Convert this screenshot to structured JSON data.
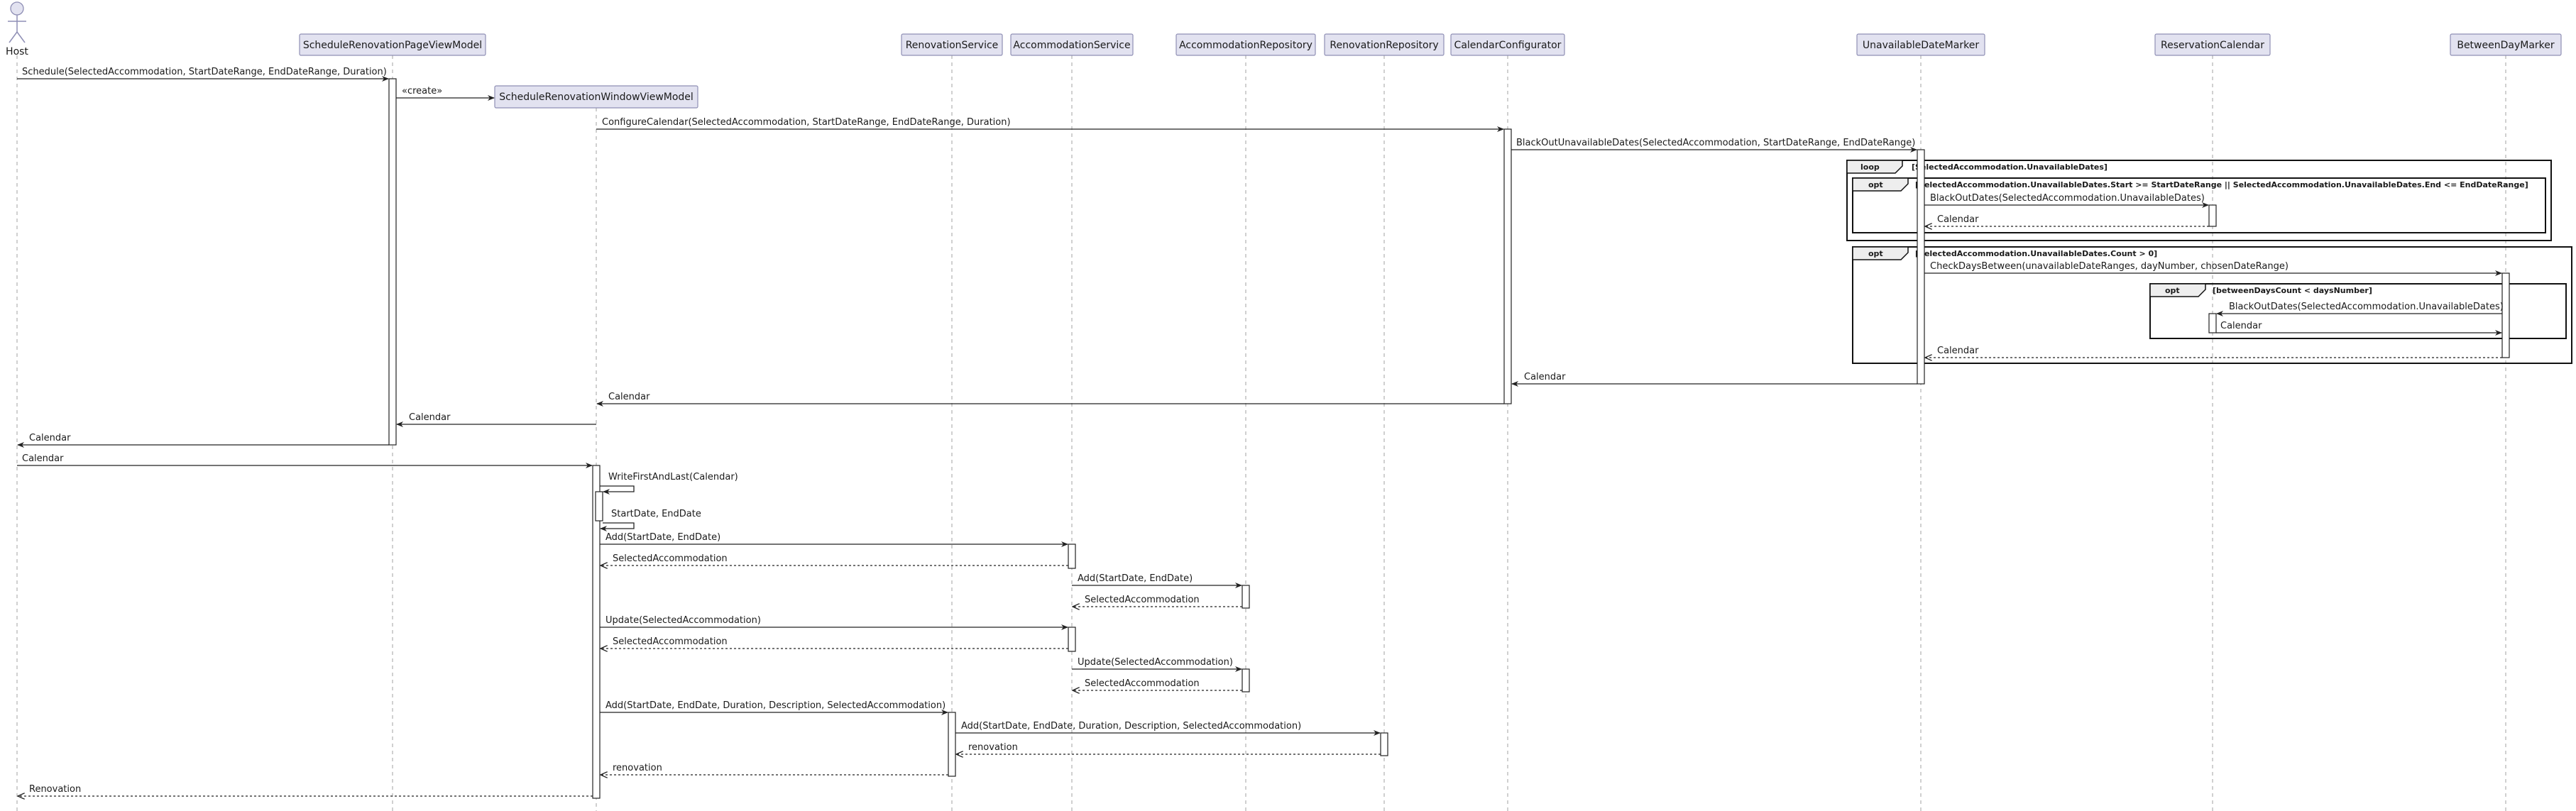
{
  "diagram": {
    "actor": {
      "name": "Host"
    },
    "participants": [
      "ScheduleRenovationPageViewModel",
      "ScheduleRenovationWindowViewModel",
      "RenovationService",
      "AccommodationService",
      "AccommodationRepository",
      "RenovationRepository",
      "CalendarConfigurator",
      "UnavailableDateMarker",
      "ReservationCalendar",
      "BetweenDayMarker"
    ],
    "messages": [
      "Schedule(SelectedAccommodation, StartDateRange, EndDateRange, Duration)",
      "«create»",
      "ConfigureCalendar(SelectedAccommodation, StartDateRange, EndDateRange, Duration)",
      "BlackOutUnavailableDates(SelectedAccommodation, StartDateRange, EndDateRange)",
      "BlackOutDates(SelectedAccommodation.UnavailableDates)",
      "Calendar",
      "CheckDaysBetween(unavailableDateRanges, dayNumber, chosenDateRange)",
      "BlackOutDates(SelectedAccommodation.UnavailableDates)",
      "Calendar",
      "Calendar",
      "Calendar",
      "Calendar",
      "Calendar",
      "Calendar",
      "Calendar",
      "WriteFirstAndLast(Calendar)",
      "StartDate, EndDate",
      "Add(StartDate, EndDate)",
      "SelectedAccommodation",
      "Add(StartDate, EndDate)",
      "SelectedAccommodation",
      "Update(SelectedAccommodation)",
      "SelectedAccommodation",
      "Update(SelectedAccommodation)",
      "SelectedAccommodation",
      "Add(StartDate, EndDate, Duration, Description, SelectedAccommodation)",
      "Add(StartDate, EndDate, Duration, Description, SelectedAccommodation)",
      "renovation",
      "renovation",
      "Renovation"
    ],
    "fragments": [
      {
        "kind": "loop",
        "guard": "[SelectedAccommodation.UnavailableDates]"
      },
      {
        "kind": "opt",
        "guard": "[SelectedAccommodation.UnavailableDates.Start >= StartDateRange || SelectedAccommodation.UnavailableDates.End <= EndDateRange]"
      },
      {
        "kind": "opt",
        "guard": "[SelectedAccommodation.UnavailableDates.Count > 0]"
      },
      {
        "kind": "opt",
        "guard": "[betweenDaysCount < daysNumber]"
      }
    ]
  }
}
